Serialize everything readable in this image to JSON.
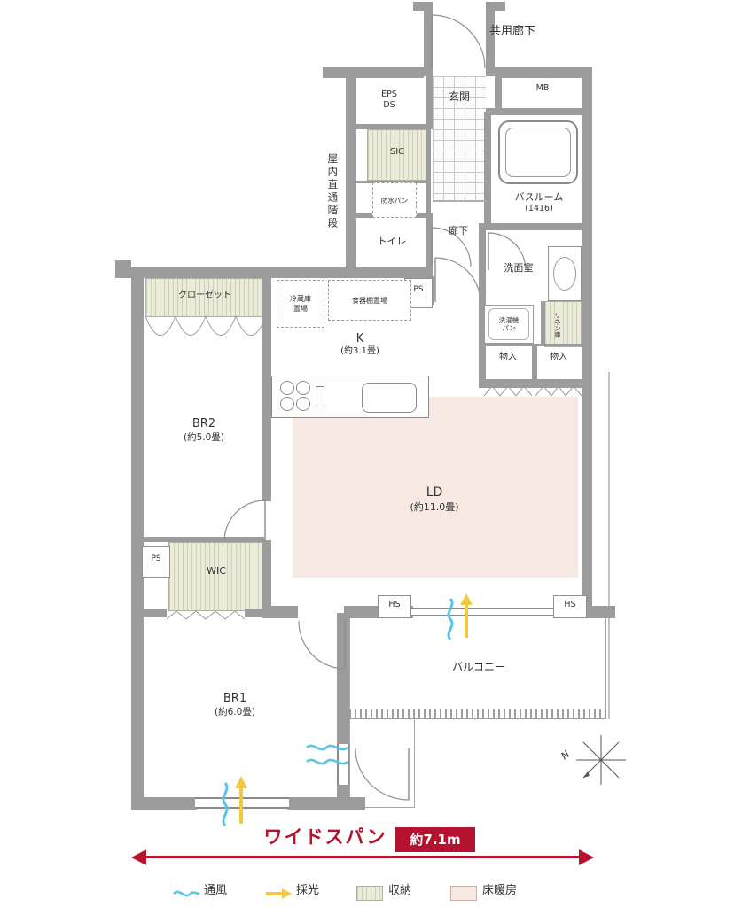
{
  "colors": {
    "wall": "#9c9c9c",
    "accent_red": "#b5122f",
    "floor_heating": "#f6e9e3",
    "storage_green": "#ebebda",
    "wind_blue": "#5ec4e6",
    "light_yellow": "#f3c842"
  },
  "exterior": {
    "common_corridor": "共用廊下",
    "indoor_stairs": "屋内直通階段",
    "compass_n": "N"
  },
  "rooms": {
    "genkan": "玄関",
    "mb": "MB",
    "eps": "EPS",
    "ds": "DS",
    "sic": "SIC",
    "waterproof_pan": "防水パン",
    "toilet": "トイレ",
    "corridor": "廊下",
    "bathroom": "バスルーム",
    "bathroom_size": "(1416)",
    "washroom": "洗面室",
    "laundry_line1": "洗濯機",
    "laundry_line2": "パン",
    "linen": "リネン庫",
    "storage_left": "物入",
    "storage_right": "物入",
    "ps_top": "PS",
    "ps_left": "PS",
    "kitchen": "K",
    "kitchen_size": "(約3.1畳)",
    "fridge_line1": "冷蔵庫",
    "fridge_line2": "置場",
    "cupboard": "食器棚置場",
    "closet": "クローゼット",
    "br2": "BR2",
    "br2_size": "(約5.0畳)",
    "ld": "LD",
    "ld_size": "(約11.0畳)",
    "wic": "WIC",
    "hs_left": "HS",
    "hs_right": "HS",
    "br1": "BR1",
    "br1_size": "(約6.0畳)",
    "balcony": "バルコニー"
  },
  "span": {
    "label": "ワイドスパン",
    "value": "約7.1m"
  },
  "legend": {
    "wind": "通風",
    "light": "採光",
    "storage": "収納",
    "floor_heating": "床暖房"
  }
}
